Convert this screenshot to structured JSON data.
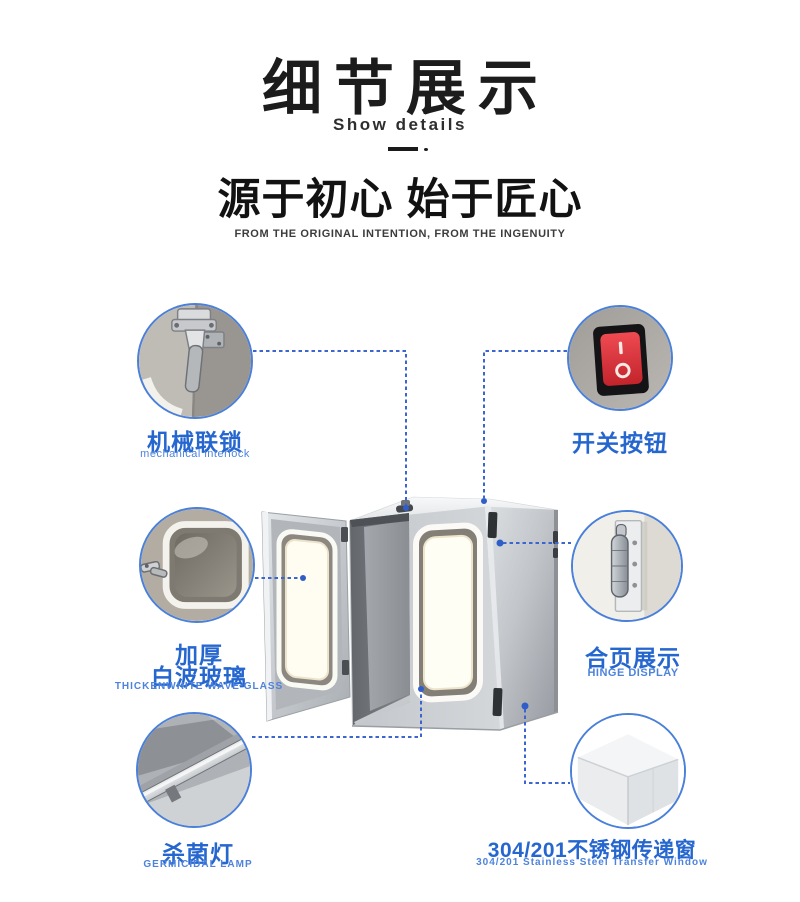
{
  "header": {
    "title_cn": "细节展示",
    "title_en": "Show details",
    "slogan_cn": "源于初心 始于匠心",
    "slogan_en": "FROM THE ORIGINAL INTENTION, FROM THE INGENUITY"
  },
  "callouts": {
    "interlock": {
      "label": "机械联锁",
      "sublabel": "mechanical interlock"
    },
    "switch_button": {
      "label": "开关按钮"
    },
    "glass": {
      "label_line1": "加厚",
      "label_line2": "白波玻璃",
      "sublabel": "THICKENWHITE WAVE GLASS"
    },
    "hinge": {
      "label": "合页展示",
      "sublabel": "HINGE DISPLAY"
    },
    "germicidal_lamp": {
      "label": "杀菌灯",
      "sublabel": "GERMICIDAL LAMP"
    },
    "material": {
      "label": "304/201不锈钢传递窗",
      "sublabel": "304/201 Stainless Steel Transfer Window"
    }
  },
  "colors": {
    "label_blue": "#2667cf",
    "sublabel_blue": "#4d83dd",
    "callout_line_blue": "#3c66cf",
    "circle_border_blue": "#4a80d9",
    "switch_red": "#d92b36",
    "title_black": "#1c1c1c"
  }
}
